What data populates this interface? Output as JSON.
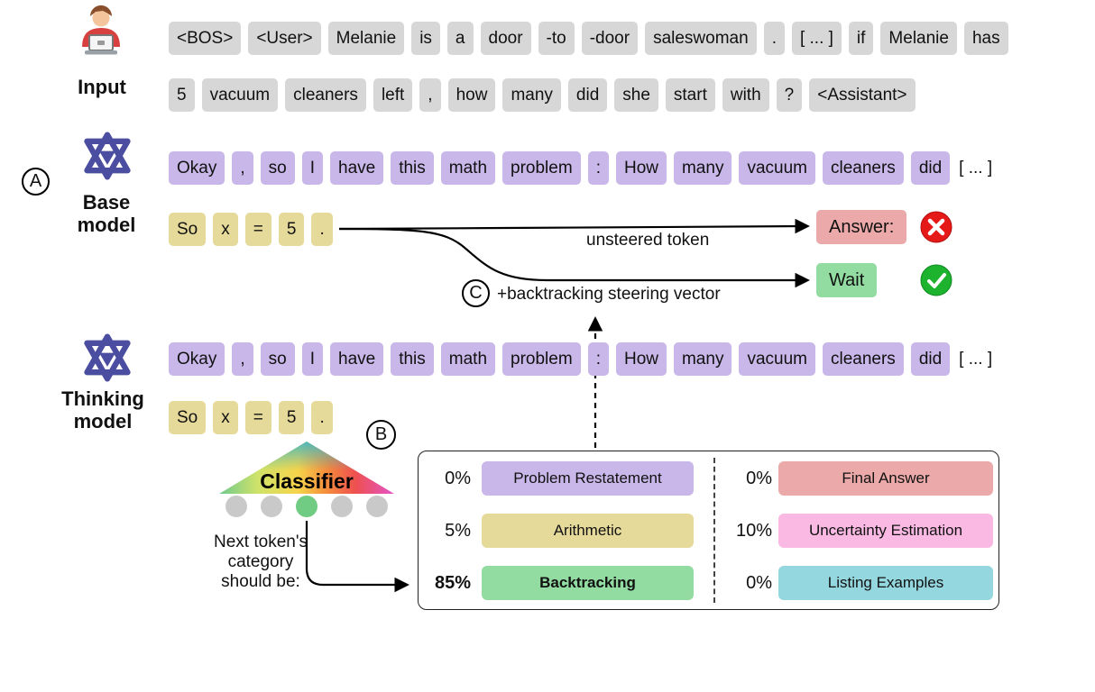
{
  "markers": {
    "a": "A",
    "b": "B",
    "c": "C"
  },
  "input": {
    "label": "Input",
    "line1": [
      "<BOS>",
      "<User>",
      "Melanie",
      "is",
      "a",
      "door",
      "-to",
      "-door",
      "saleswoman",
      ".",
      "[ ... ]",
      "if",
      "Melanie",
      "has"
    ],
    "line2": [
      "5",
      "vacuum",
      "cleaners",
      "left",
      ",",
      "how",
      "many",
      "did",
      "she",
      "start",
      "with",
      "?",
      "<Assistant>"
    ]
  },
  "base_model": {
    "label_line1": "Base",
    "label_line2": "model",
    "cot_tokens": [
      "Okay",
      ",",
      "so",
      "I",
      "have",
      "this",
      "math",
      "problem",
      ":",
      "How",
      "many",
      "vacuum",
      "cleaners",
      "did"
    ],
    "ellipsis": "[ ... ]",
    "partial_tokens": [
      "So",
      "x",
      "=",
      "5",
      "."
    ]
  },
  "thinking_model": {
    "label_line1": "Thinking",
    "label_line2": "model",
    "cot_tokens": [
      "Okay",
      ",",
      "so",
      "I",
      "have",
      "this",
      "math",
      "problem",
      ":",
      "How",
      "many",
      "vacuum",
      "cleaners",
      "did"
    ],
    "ellipsis": "[ ... ]",
    "partial_tokens": [
      "So",
      "x",
      "=",
      "5",
      "."
    ]
  },
  "annotations": {
    "unsteered": "unsteered token",
    "steering": "+backtracking steering vector",
    "next_token_line1": "Next token's",
    "next_token_line2": "category",
    "next_token_line3": "should be:"
  },
  "outputs": {
    "unsteered_token": "Answer:",
    "steered_token": "Wait"
  },
  "classifier": {
    "label": "Classifier",
    "dots": 5,
    "active_dot_index": 2
  },
  "category_table": {
    "rows": [
      {
        "left_pct": "0%",
        "left_label": "Problem Restatement",
        "right_pct": "0%",
        "right_label": "Final Answer"
      },
      {
        "left_pct": "5%",
        "left_label": "Arithmetic",
        "right_pct": "10%",
        "right_label": "Uncertainty Estimation"
      },
      {
        "left_pct": "85%",
        "left_label": "Backtracking",
        "right_pct": "0%",
        "right_label": "Listing Examples"
      }
    ]
  },
  "colors": {
    "token_gray": "#d7d7d7",
    "token_purple": "#c8b7e8",
    "token_yellow": "#e6da9b",
    "answer_red": "#eca9a9",
    "wait_green": "#92dba1",
    "uncertainty_pink": "#f9b9e2",
    "examples_teal": "#94d7df",
    "logo_indigo": "#4a4da0",
    "check_green": "#1db32e",
    "cross_red": "#e61919"
  }
}
